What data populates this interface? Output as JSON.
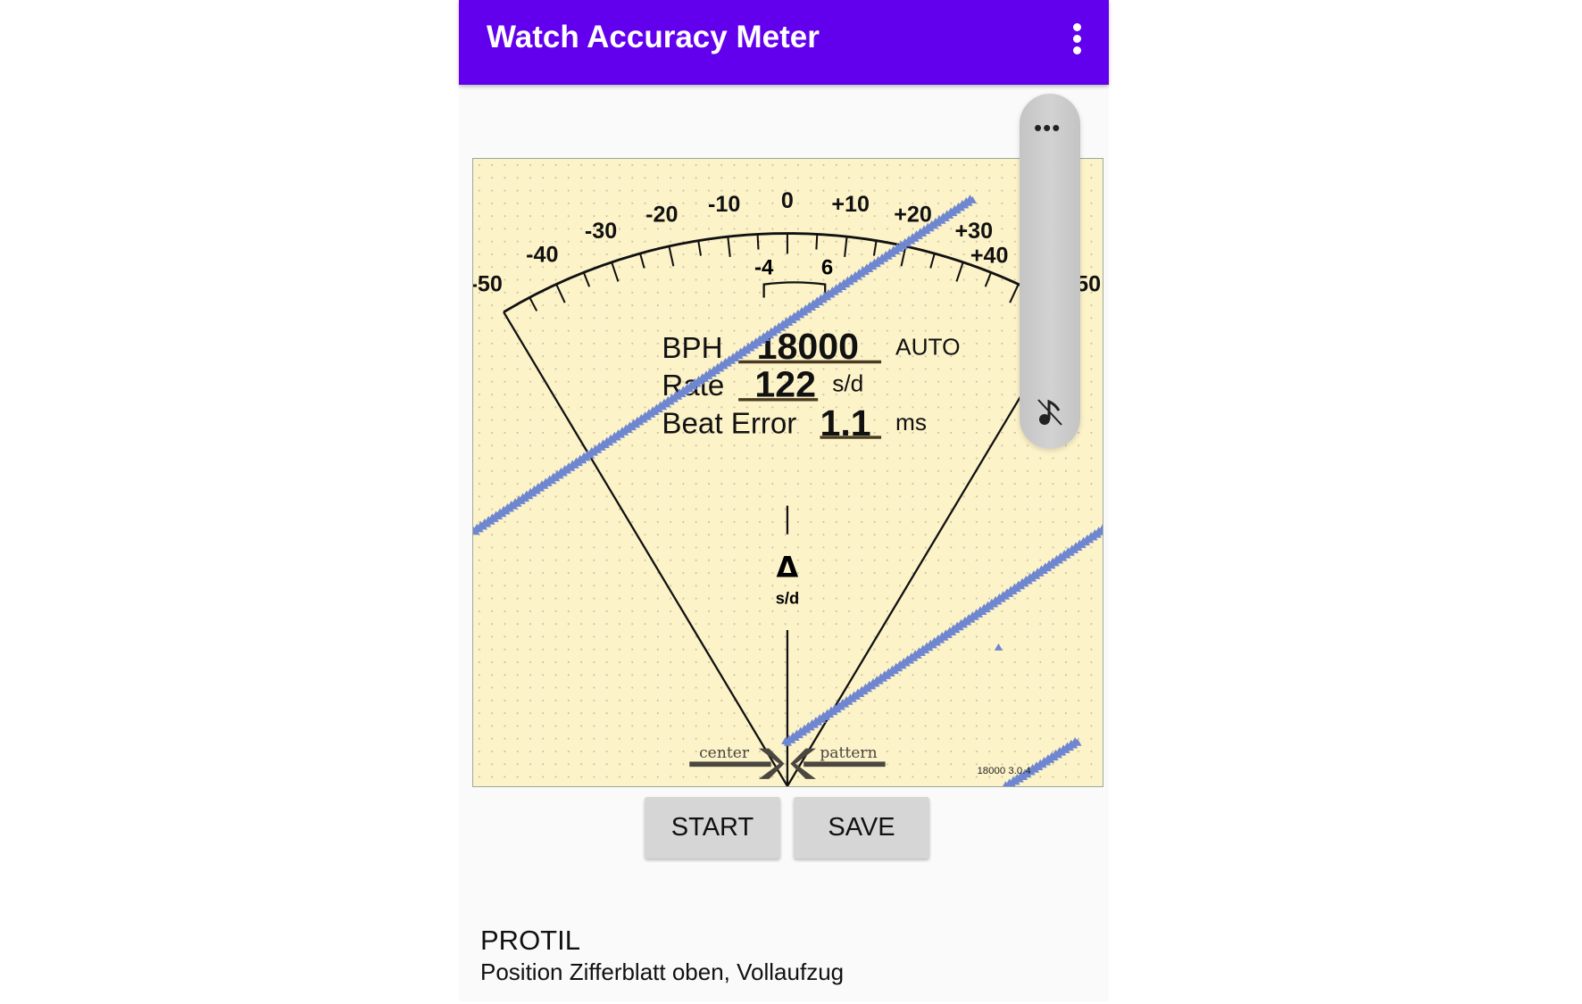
{
  "header": {
    "title": "Watch Accuracy Meter",
    "menu_icon": "more-vert-icon"
  },
  "meter": {
    "scale_labels": [
      "-50",
      "-40",
      "-30",
      "-20",
      "-10",
      "0",
      "+10",
      "+20",
      "+30",
      "+40",
      "50"
    ],
    "scale_values": [
      -50,
      -40,
      -30,
      -20,
      -10,
      0,
      10,
      20,
      30,
      40,
      50
    ],
    "range_low_label": "-4",
    "range_high_label": "6",
    "bph_label": "BPH",
    "bph_value": "18000",
    "bph_mode": "AUTO",
    "rate_label": "Rate",
    "rate_value": "122",
    "rate_unit": "s/d",
    "beat_error_label": "Beat Error",
    "beat_error_value": "1.1",
    "beat_error_unit": "ms",
    "delta_symbol": "Δ",
    "delta_unit": "s/d",
    "center_label": "center",
    "pattern_label": "pattern",
    "version_text": "18000 3.0.4",
    "trace_color": "#6f86d0",
    "background_color": "#fdf3c9"
  },
  "floating_toolbar": {
    "more_icon": "more-horiz-icon",
    "sound_icon": "music-off-icon"
  },
  "buttons": {
    "start": "START",
    "save": "SAVE"
  },
  "profile": {
    "name": "PROTIL",
    "description": "Position Zifferblatt oben, Vollaufzug"
  },
  "colors": {
    "appbar": "#6200ee",
    "button": "#d6d6d6"
  }
}
